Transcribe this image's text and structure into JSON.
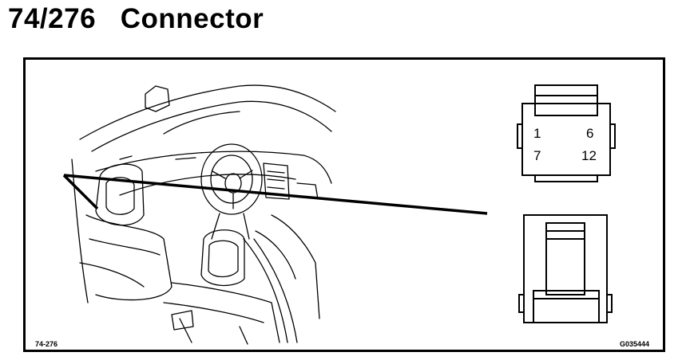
{
  "header": {
    "title": "74/276   Connector"
  },
  "figure": {
    "ref_label": "74-276",
    "graphic_id": "G035444"
  },
  "connector": {
    "pins": {
      "top_left": "1",
      "top_right": "6",
      "bottom_left": "7",
      "bottom_right": "12"
    }
  }
}
